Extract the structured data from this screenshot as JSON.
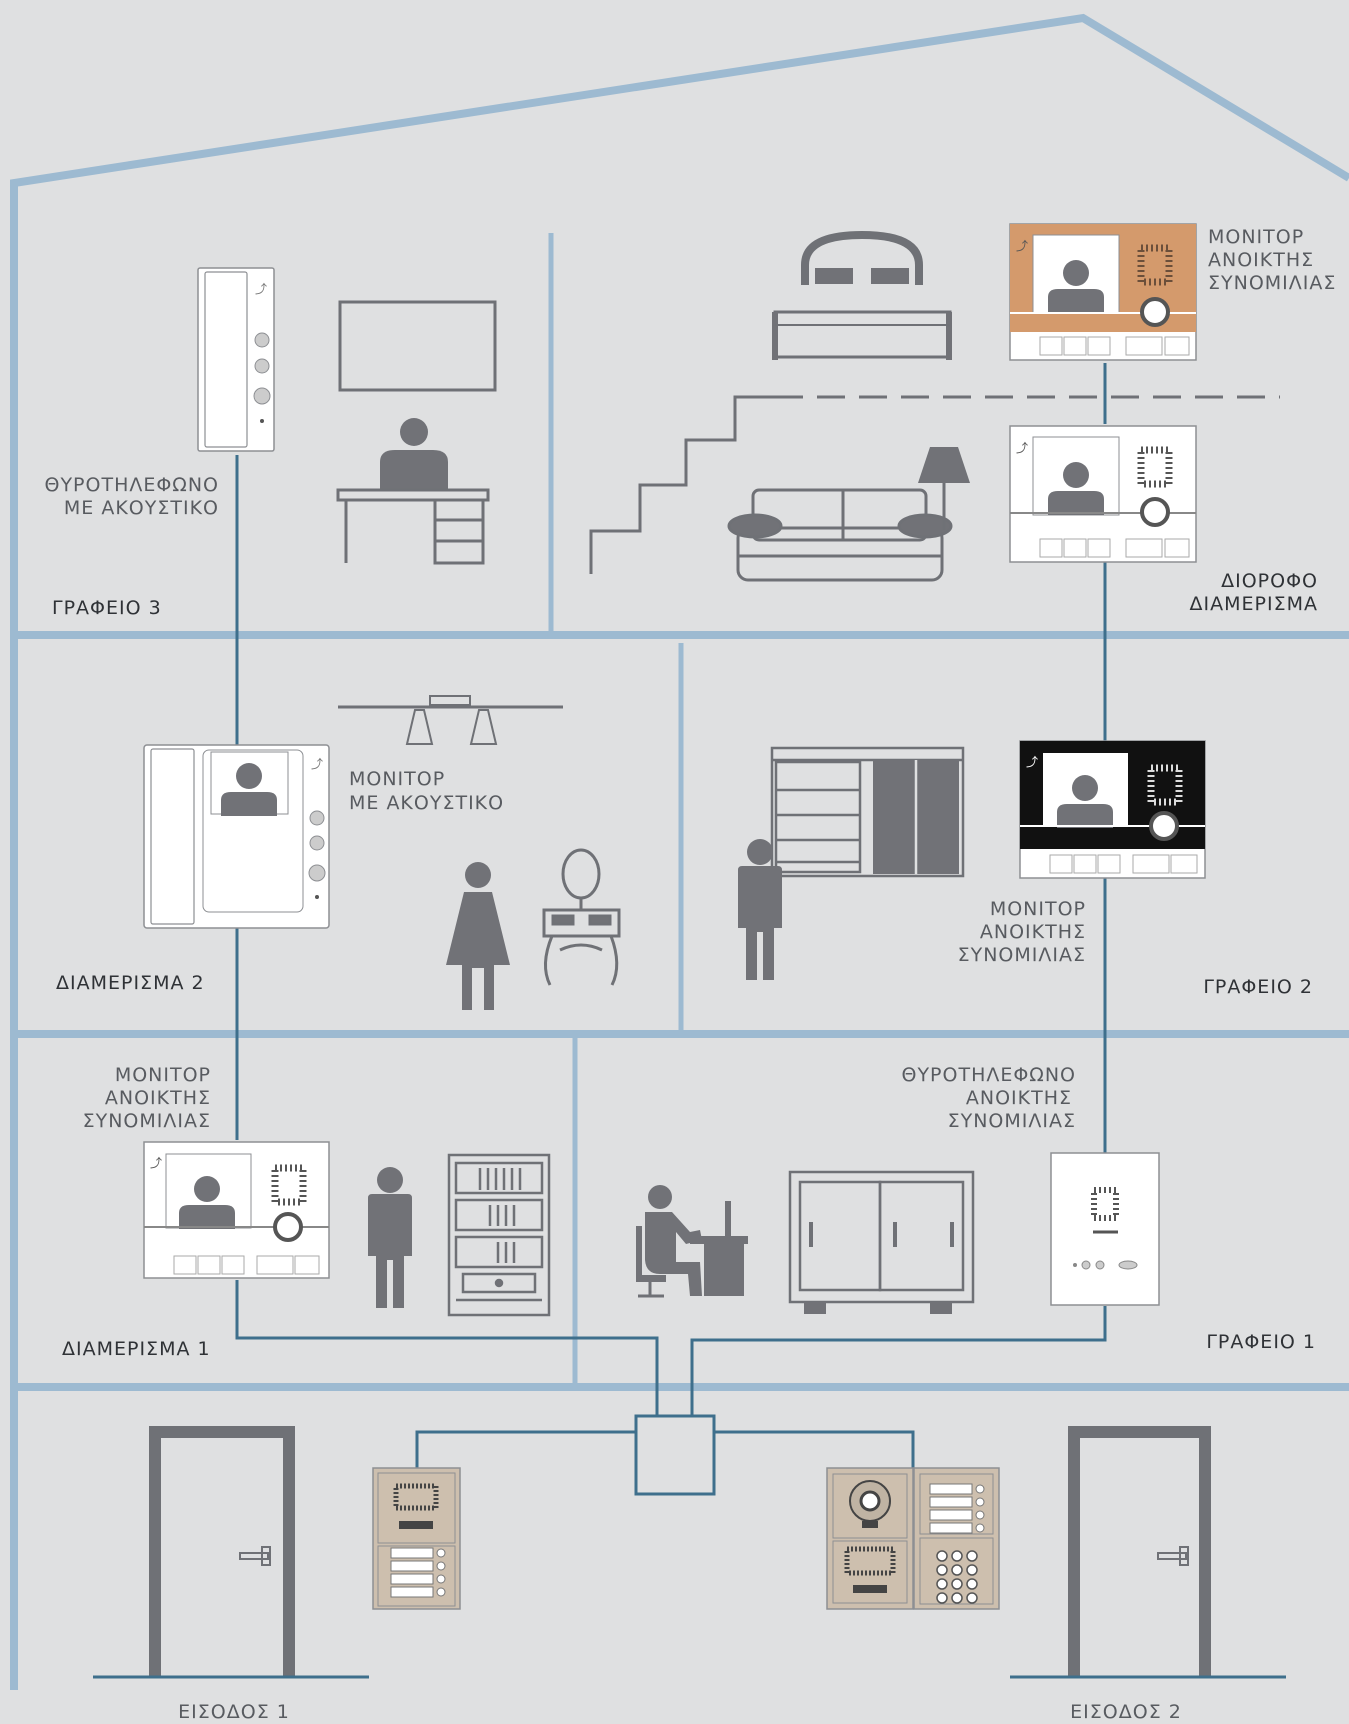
{
  "colors": {
    "background": "#dfe0e1",
    "walls": "#9dbad1",
    "wiring": "#3e6f8c",
    "icons": "#717277",
    "monitor_orange": "#d49a6c",
    "monitor_black": "#111111",
    "panel_beige": "#cdbfae"
  },
  "rooms": {
    "office3": "ΓΡΑΦΕΙΟ 3",
    "duplex": [
      "ΔΙΟΡΟΦΟ",
      "ΔΙΑΜΕΡΙΣΜΑ"
    ],
    "apartment2": "ΔΙΑΜΕΡΙΣΜΑ 2",
    "office2": "ΓΡΑΦΕΙΟ 2",
    "apartment1": "ΔΙΑΜΕΡΙΣΜΑ 1",
    "office1": "ΓΡΑΦΕΙΟ 1",
    "entrance1": "ΕΙΣΟΔΟΣ 1",
    "entrance2": "ΕΙΣΟΔΟΣ 2"
  },
  "devices": {
    "handset_doorphone": [
      "ΘΥΡΟΤΗΛΕΦΩΝΟ",
      "ΜΕ ΑΚΟΥΣΤΙΚΟ"
    ],
    "handsfree_monitor_top": [
      "ΜΟΝΙΤΟΡ",
      "ΑΝΟΙΚΤΗΣ",
      "ΣΥΝΟΜΙΛΙΑΣ"
    ],
    "handset_monitor": [
      "ΜΟΝΙΤΟΡ",
      "ΜΕ ΑΚΟΥΣΤΙΚΟ"
    ],
    "handsfree_monitor_office2": [
      "ΜΟΝΙΤΟΡ",
      "ΑΝΟΙΚΤΗΣ",
      "ΣΥΝΟΜΙΛΙΑΣ"
    ],
    "handsfree_monitor_apartment1": [
      "ΜΟΝΙΤΟΡ",
      "ΑΝΟΙΚΤΗΣ",
      "ΣΥΝΟΜΙΛΙΑΣ"
    ],
    "handsfree_doorphone": [
      "ΘΥΡΟΤΗΛΕΦΩΝΟ",
      "ΑΝΟΙΚΤΗΣ",
      "ΣΥΝΟΜΙΛΙΑΣ"
    ]
  },
  "icons": [
    "bed-icon",
    "sofa-icon",
    "floor-lamp-icon",
    "stairs-icon",
    "desk-icon",
    "tv-icon",
    "person-icon",
    "woman-icon",
    "vanity-icon",
    "ceiling-lamp-icon",
    "wardrobe-icon",
    "bookcase-icon",
    "worker-at-desk-icon",
    "cabinet-icon",
    "door-icon",
    "door-panel-icon",
    "camera-panel-icon",
    "keypad-icon",
    "junction-box-icon"
  ]
}
